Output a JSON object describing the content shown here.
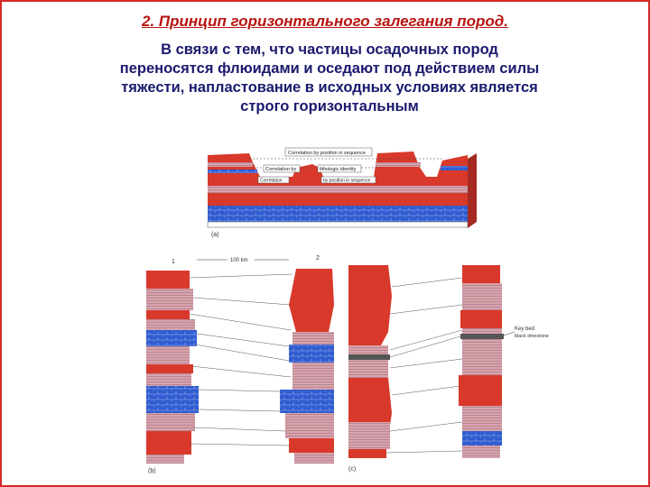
{
  "slide": {
    "heading": "2. Принцип горизонтального залегания пород.",
    "paragraph": "В связи с тем, что частицы осадочных пород переносятся флюидами и оседают под действием силы тяжести, напластование в исходных условиях является строго горизонтальным"
  },
  "figure_a": {
    "label": "(a)",
    "box1": "Correlation by position in sequence",
    "box2": "Correlation by",
    "box3": "lithologic identity",
    "box4": "Correlation",
    "box5": "by position in sequence"
  },
  "figure_b": {
    "label": "(b)",
    "col1": "1",
    "col2": "2",
    "distance": "100 km"
  },
  "figure_c": {
    "label": "(c)",
    "key_bed_1": "Key bed",
    "key_bed_2": "black limestone"
  },
  "colors": {
    "red": "#d8392b",
    "blue": "#2f5bd0",
    "pink": "#d7a3ad",
    "title": "#b8140f",
    "text": "#1a1a6e"
  }
}
